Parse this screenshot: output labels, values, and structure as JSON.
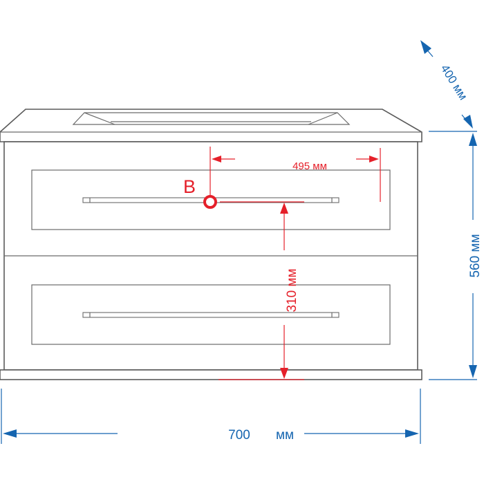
{
  "dimensions": {
    "depth": "400 мм",
    "height": "560 мм",
    "width_value": "700",
    "width_unit": "мм",
    "drain_offset": "495 мм",
    "drain_height": "310 мм"
  },
  "markers": {
    "drain_point_label": "B"
  },
  "colors": {
    "outline": "#5a5a5a",
    "red_dimension": "#e5202a",
    "blue_dimension": "#1565b0",
    "background": "#ffffff"
  }
}
